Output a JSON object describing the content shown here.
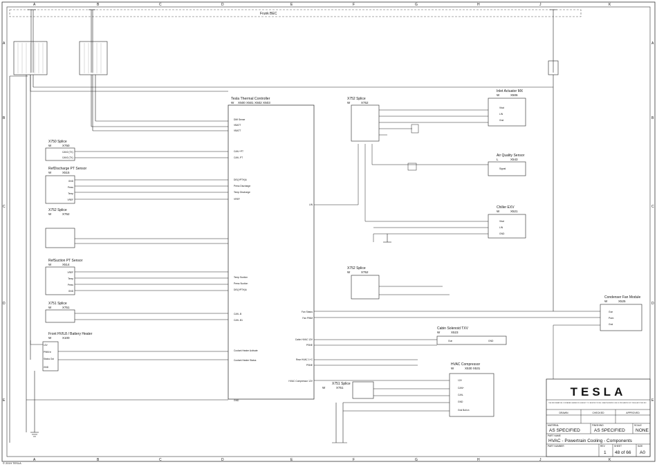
{
  "frame": {
    "col_labels": [
      "A",
      "B",
      "C",
      "D",
      "E",
      "F",
      "G",
      "H",
      "J",
      "K"
    ],
    "row_labels": [
      "A",
      "B",
      "C",
      "D",
      "E"
    ],
    "frunk_title": "Frunk BEC"
  },
  "tbc": {
    "title": "Tesla Thermal Controller",
    "variant": "W",
    "connectors": "X500   X501   X502   X503"
  },
  "components": {
    "x750": {
      "title": "X750 Splice",
      "variant": "W",
      "id": "X750",
      "pins": [
        "CAN2 (TX)",
        "CAN2 (TX)"
      ]
    },
    "x515": {
      "title": "RefDischarge PT Sensor",
      "variant": "W",
      "id": "X515",
      "pins": [
        "GND",
        "Press",
        "Temp",
        "VREF"
      ]
    },
    "x752a": {
      "title": "X752 Splice",
      "variant": "W",
      "id": "X752"
    },
    "x514": {
      "title": "RefSuction PT Sensor",
      "variant": "W",
      "id": "X514",
      "pins": [
        "VREF",
        "Temp",
        "Press",
        "GND"
      ]
    },
    "x751a": {
      "title": "X751 Splice",
      "variant": "W",
      "id": "X751"
    },
    "x100": {
      "title": "Front HVIL8 / Battery Heater",
      "variant": "W",
      "id": "X100",
      "pins": [
        "12V",
        "PWM in",
        "Status Out",
        "GND"
      ]
    },
    "x752b": {
      "title": "X752 Splice",
      "variant": "W",
      "id": "X752"
    },
    "x506": {
      "title": "Inlet Actuator MX",
      "variant": "W",
      "id": "X506",
      "pins": [
        "Vbat",
        "LIN",
        "Gnd"
      ]
    },
    "x543": {
      "title": "Air Quality Sensor",
      "variant": "L",
      "id": "X543",
      "pins": [
        "Signal"
      ]
    },
    "x521": {
      "title": "Chiller EXV",
      "variant": "W",
      "id": "X521",
      "pins": [
        "Vbat",
        "LIN",
        "GND"
      ]
    },
    "x752c": {
      "title": "X752 Splice",
      "variant": "W",
      "id": "X752"
    },
    "x523": {
      "title": "Cabin Solenoid TXV",
      "variant": "W",
      "id": "X523",
      "pins": [
        "Gun",
        "GND"
      ]
    },
    "x530": {
      "title": "HVAC Compressor",
      "variant": "W",
      "id": "X530   X531",
      "pins": [
        "12V",
        "CAN+",
        "CAN-",
        "GND",
        "Gnd Bolt-in"
      ]
    },
    "x751b": {
      "title": "X751 Splice",
      "variant": "W",
      "id": "X751"
    },
    "x525": {
      "title": "Condenser Fan Module",
      "variant": "W",
      "id": "X525",
      "pins": [
        "Gun",
        "Pwm",
        "Gnd"
      ]
    }
  },
  "tbc_pins_left": [
    "DMI Sense",
    "VBATT",
    "VBATT",
    "CAN +PT",
    "CAN -PT",
    "DIS(VPTH)A",
    "Press Discharge",
    "Temp Discharge",
    "VREF",
    "Temp Suction",
    "Press Suction",
    "DIS(VPTH)A",
    "CAN -B",
    "CAN -B1",
    "Coolant Heater Activate",
    "Coolant Heater Status",
    "GND"
  ],
  "tbc_pins_right": [
    "LIN",
    "Fan Status",
    "Fan PWM",
    "Cabin HVAC 12V",
    "PSNE",
    "Rear HVAC 1+C",
    "PSNE",
    "HVAC Compressor 12V"
  ],
  "title_block": {
    "logo": "TESLA",
    "legal": "THE INFORMATION CONTAINED HEREIN IS SUBJECT TO RESTRICTIONS. UNAUTHORIZED USE IS PROHIBITED BY TESLA MOTORS INC.",
    "drawn": "DRAWN",
    "checked": "CHECKED",
    "approved": "APPROVED",
    "material_label": "MATERIAL",
    "material": "AS SPECIFIED",
    "finish_label": "FINISHING",
    "finish": "AS SPECIFIED",
    "scale_label": "SCALE",
    "scale": "NONE",
    "part_name_label": "PART NAME",
    "part_name": "HVAC - Powertrain Cooling - Components",
    "part_number_label": "PART NUMBER",
    "rev_label": "REV",
    "rev": "1",
    "sheet_label": "SHEET",
    "sheet": "48 of 66",
    "size_label": "SIZE",
    "size": "A0"
  },
  "footer_note": "© 2019 TESLA"
}
